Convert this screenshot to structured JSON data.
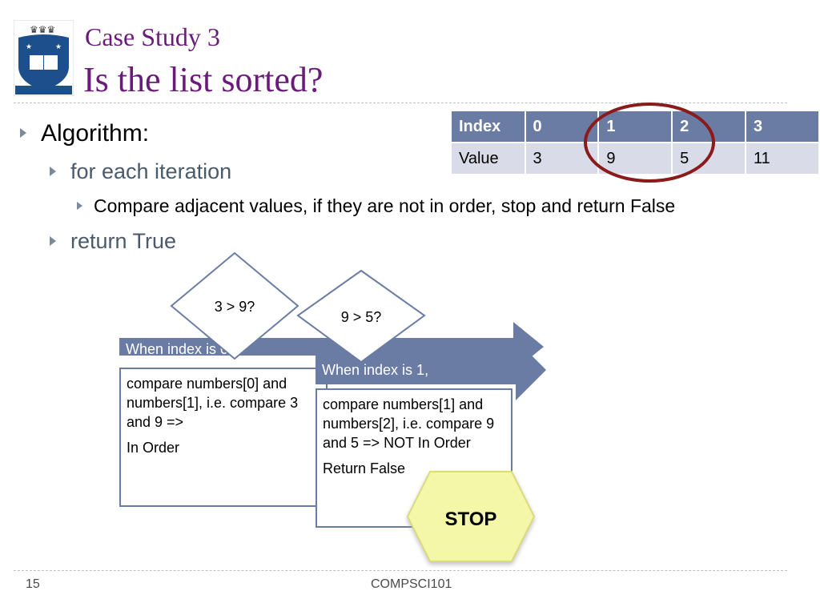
{
  "slide": {
    "title_line1": "Case Study 3",
    "title_line2": "Is the list sorted?",
    "page_number": "15",
    "course": "COMPSCI101"
  },
  "bullets": {
    "algorithm": "Algorithm:",
    "for_each": "for each iteration",
    "compare": "Compare adjacent values, if they are not in order, stop and return False",
    "return_true": "return True"
  },
  "table": {
    "header": [
      "Index",
      "0",
      "1",
      "2",
      "3"
    ],
    "values": [
      "Value",
      "3",
      "9",
      "5",
      "11"
    ]
  },
  "diagram": {
    "decision1": "3 > 9?",
    "decision2": "9 > 5?",
    "arrow1_label": "When index is 0,",
    "arrow2_label": "When index is 1,",
    "box1_line1": "compare numbers[0] and numbers[1], i.e. compare 3 and 9 =>",
    "box1_line2": "In Order",
    "box2_line1": "compare numbers[1] and numbers[2], i.e. compare 9 and 5 => NOT In Order",
    "box2_line2": "Return False",
    "stop": "STOP"
  },
  "colors": {
    "title": "#6a1b7a",
    "table_header": "#6b7ca4",
    "table_row": "#d9dce8",
    "highlight_circle": "#8b1a1a",
    "stop_fill": "#f4f7a8"
  }
}
